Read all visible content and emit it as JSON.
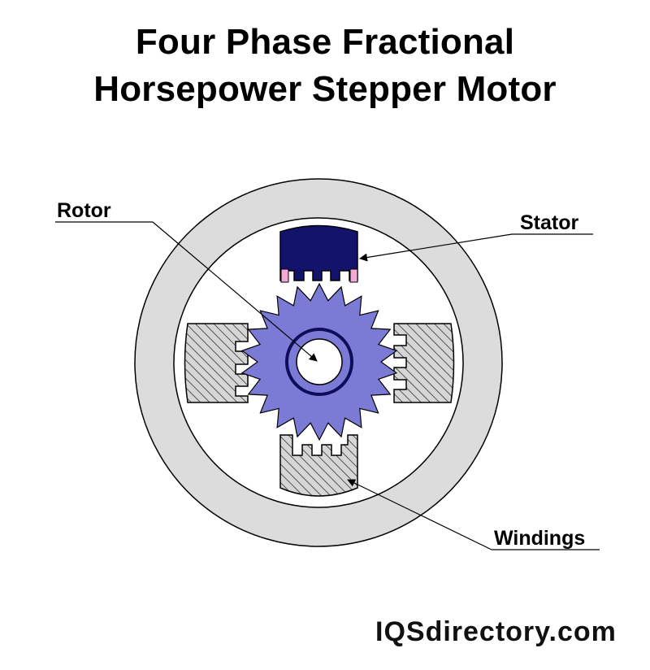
{
  "title": {
    "line1": "Four Phase Fractional",
    "line2": "Horsepower Stepper Motor"
  },
  "labels": {
    "rotor": "Rotor",
    "stator": "Stator",
    "windings": "Windings"
  },
  "watermark": "IQSdirectory.com",
  "colors": {
    "stator_ring": "#dcdcdc",
    "rotor": "#7b7bd6",
    "energized_pole": "#14136b",
    "pole_hatch": "#b9b9b9",
    "pink_tab": "#f2a9d6"
  }
}
